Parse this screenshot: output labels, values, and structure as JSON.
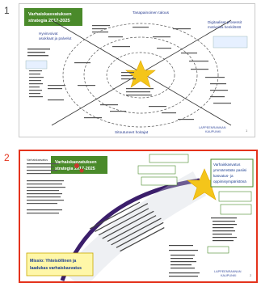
{
  "slides": [
    {
      "number": "1",
      "title_lines": [
        "Varhaiskasvatuksen",
        "strategia 2017-2025"
      ],
      "theme_top": "Tasapainoinen talous",
      "theme_bottom": "Sitoutuneet hoitajat",
      "theme_left_lines": [
        "Hyvinvoivat",
        "asukkaat ja palvelut"
      ],
      "theme_right_lines": [
        "Digitaaliset prosessit",
        "motivoiva henkilöstö"
      ],
      "footer_logo_lines": [
        "LAPPEENRANNAN",
        "KAUPUNKI"
      ],
      "page": "1"
    },
    {
      "number": "2",
      "title_lines": [
        "Varhaiskasvatuksen",
        "strategia 2017-2025"
      ],
      "goal_lines": [
        "Varhaiskasvatus",
        "ymmärretään pasiisi",
        "kasvatus- ja",
        "oppimisympäristönä"
      ],
      "mission_lines": [
        "Missio: Yhteisöllinen ja",
        "laadukas varhaiskasvatus"
      ],
      "intro_lines": [
        "Varhaiskasvatus",
        "Sisäinen viestintä ja johtaminen",
        "Lapsuuden laatu ja perheen arki",
        "Yhteistyö huoltajien kanssa",
        "Toimintaympäristöt ja oppimisympäristöt",
        "Henkilöstö ja osaaminen",
        "Pedagogiikka ja monialaisuus",
        "Tutkimus ja arviointi",
        "Toimivat verkostot ja palvelut",
        "Tutkittu tieto"
      ],
      "footer_logo_lines": [
        "LAPPEENRANNAN",
        "KAUPUNKI"
      ],
      "page": "2"
    }
  ],
  "colors": {
    "title_bg": "#4a8a2a",
    "slide2_border": "#e4331c",
    "arc": "#3b1e6b",
    "star": "#f4c51a",
    "mission_bg": "#fff7a8",
    "theme_blue": "#2b3f91"
  }
}
